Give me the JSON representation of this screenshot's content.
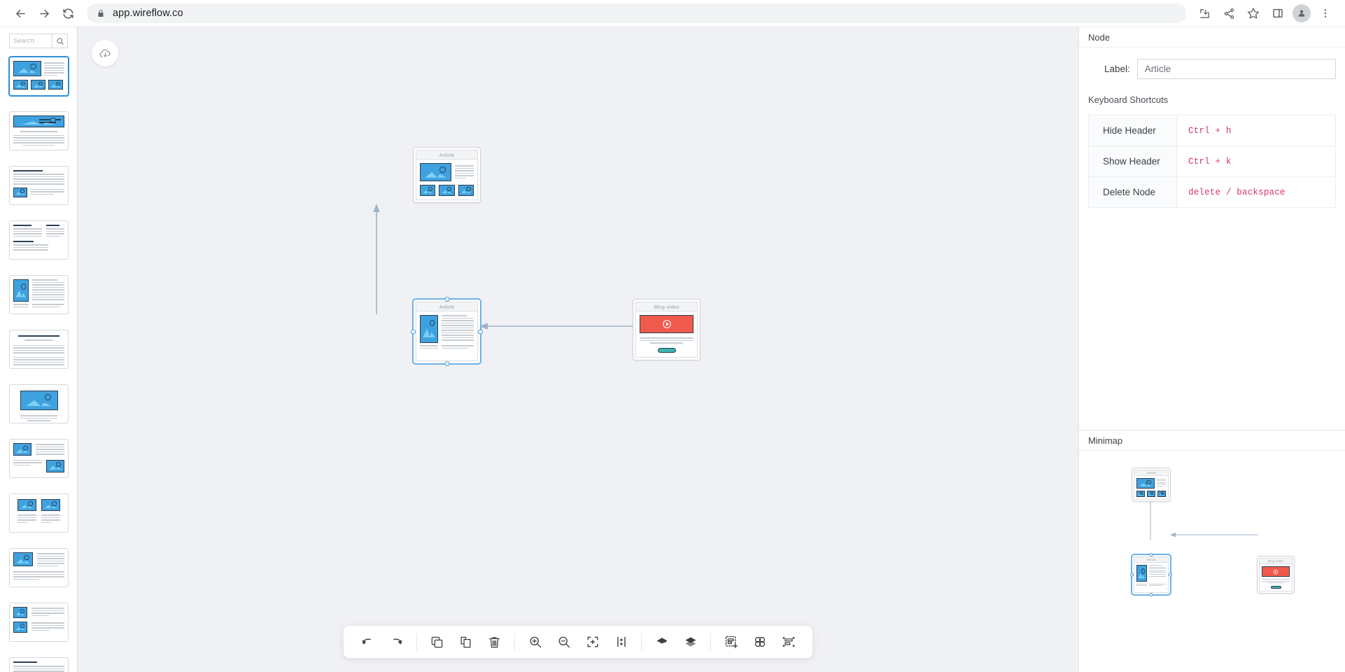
{
  "browser": {
    "url": "app.wireflow.co",
    "back_icon": "back-arrow-icon",
    "forward_icon": "forward-arrow-icon",
    "reload_icon": "reload-icon",
    "lock_icon": "lock-icon",
    "actions": [
      {
        "name": "install-app-icon"
      },
      {
        "name": "share-icon"
      },
      {
        "name": "bookmark-star-icon"
      },
      {
        "name": "side-panel-icon"
      },
      {
        "name": "profile-avatar"
      },
      {
        "name": "chrome-menu-icon"
      }
    ]
  },
  "sidebar": {
    "search": {
      "placeholder": "Search",
      "value": "",
      "icon": "search-icon"
    },
    "items": [
      {
        "name": "template-hero-image-grid"
      },
      {
        "name": "template-banner-image-text"
      },
      {
        "name": "template-heading-text-image"
      },
      {
        "name": "template-two-column-text"
      },
      {
        "name": "template-portrait-image-text"
      },
      {
        "name": "template-title-paragraphs"
      },
      {
        "name": "template-centered-image-caption"
      },
      {
        "name": "template-image-text-image"
      },
      {
        "name": "template-two-images-captions"
      },
      {
        "name": "template-image-left-text"
      },
      {
        "name": "template-stacked-image-rows"
      },
      {
        "name": "template-text-block"
      }
    ]
  },
  "canvas": {
    "save_icon": "cloud-save-icon",
    "nodes": [
      {
        "id": "n1",
        "title": "Article",
        "type": "hero-image-grid",
        "selected": false
      },
      {
        "id": "n2",
        "title": "Article",
        "type": "portrait-image-text",
        "selected": true
      },
      {
        "id": "n3",
        "title": "Blog video",
        "type": "video-player",
        "selected": false
      }
    ],
    "edges": [
      {
        "from": "n2",
        "to": "n1",
        "direction": "up"
      },
      {
        "from": "n3",
        "to": "n2",
        "direction": "left"
      }
    ]
  },
  "toolbar": {
    "buttons": [
      {
        "name": "undo-button",
        "icon": "undo-icon"
      },
      {
        "name": "redo-button",
        "icon": "redo-icon"
      },
      {
        "name": "copy-button",
        "icon": "copy-icon"
      },
      {
        "name": "paste-button",
        "icon": "paste-icon"
      },
      {
        "name": "delete-button",
        "icon": "trash-icon"
      },
      {
        "name": "zoom-in-button",
        "icon": "zoom-in-icon"
      },
      {
        "name": "zoom-out-button",
        "icon": "zoom-out-icon"
      },
      {
        "name": "fit-view-button",
        "icon": "fit-view-icon"
      },
      {
        "name": "toggle-interactivity-button",
        "icon": "lock-bars-icon"
      },
      {
        "name": "bring-forward-button",
        "icon": "layer-up-icon"
      },
      {
        "name": "send-backward-button",
        "icon": "layer-down-icon"
      },
      {
        "name": "add-selection-button",
        "icon": "add-selection-icon"
      },
      {
        "name": "group-button",
        "icon": "group-icon"
      },
      {
        "name": "align-button",
        "icon": "align-icon"
      }
    ]
  },
  "panel": {
    "title": "Node",
    "label_caption": "Label:",
    "label_value": "",
    "label_placeholder": "Article",
    "shortcuts_title": "Keyboard Shortcuts",
    "shortcuts": [
      {
        "action": "Hide Header",
        "keys": "Ctrl + h"
      },
      {
        "action": "Show Header",
        "keys": "Ctrl + k"
      },
      {
        "action": "Delete Node",
        "keys": "delete / backspace"
      }
    ]
  },
  "minimap": {
    "title": "Minimap"
  },
  "colors": {
    "canvas_bg": "#f0f1f5",
    "accent_blue": "#3f9ae0",
    "shortcut_pink": "#d6336c",
    "video_red": "#ef5a4c",
    "teal_button": "#3bb4ad"
  }
}
